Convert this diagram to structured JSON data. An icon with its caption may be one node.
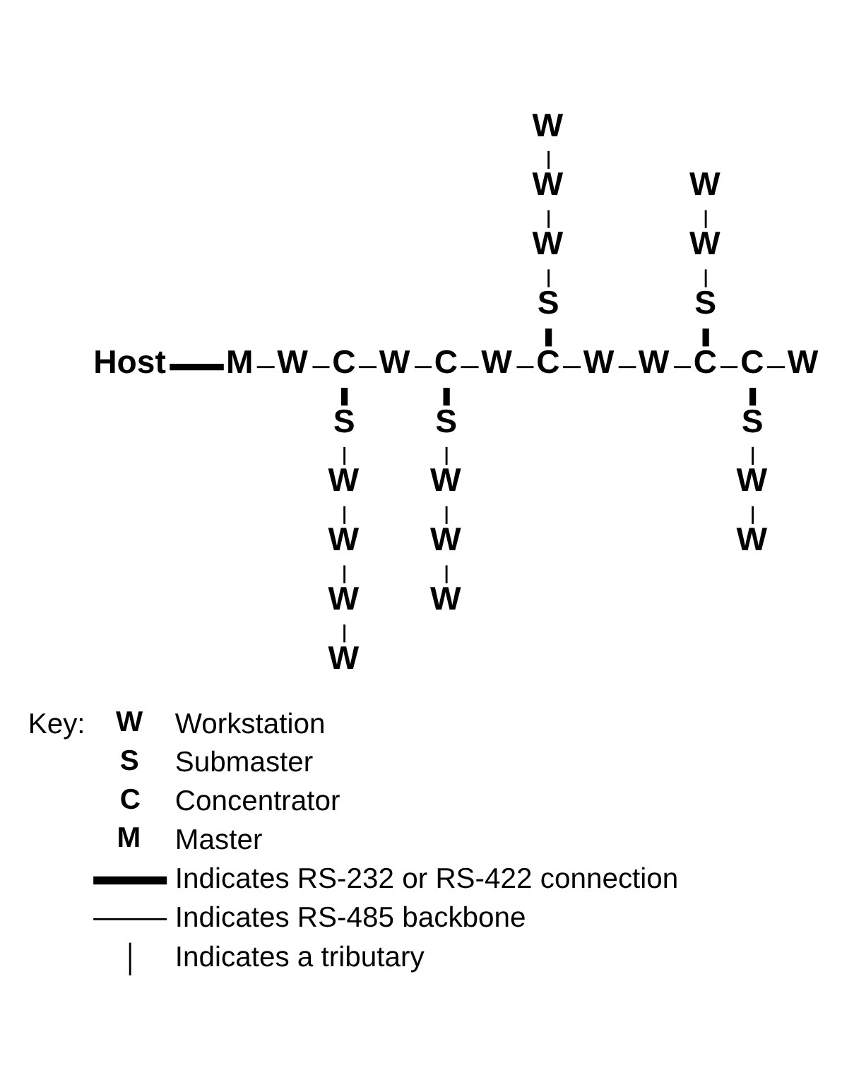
{
  "diagram": {
    "nodes": [
      {
        "text": [
          "Host"
        ]
      },
      {
        "text": [
          "M"
        ]
      },
      {
        "text": [
          "W"
        ]
      },
      {
        "text": [
          "C"
        ]
      },
      {
        "text": [
          "W"
        ]
      },
      {
        "text": [
          "C"
        ]
      },
      {
        "text": [
          "W"
        ]
      },
      {
        "text": [
          "C"
        ]
      },
      {
        "text": [
          "W"
        ]
      },
      {
        "text": [
          "W"
        ]
      },
      {
        "text": [
          "C"
        ]
      },
      {
        "text": [
          "C"
        ]
      },
      {
        "text": [
          "W"
        ]
      },
      {
        "text": [
          "S"
        ]
      },
      {
        "text": [
          "W"
        ]
      },
      {
        "text": [
          "W"
        ]
      },
      {
        "text": [
          "W"
        ]
      },
      {
        "text": [
          "W"
        ]
      },
      {
        "text": [
          "S"
        ]
      },
      {
        "text": [
          "W"
        ]
      },
      {
        "text": [
          "W"
        ]
      },
      {
        "text": [
          "W"
        ]
      },
      {
        "text": [
          "S"
        ]
      },
      {
        "text": [
          "W"
        ]
      },
      {
        "text": [
          "W"
        ]
      },
      {
        "text": [
          "W"
        ]
      },
      {
        "text": [
          "S"
        ]
      },
      {
        "text": [
          "W"
        ]
      },
      {
        "text": [
          "W"
        ]
      },
      {
        "text": [
          "S"
        ]
      },
      {
        "text": [
          "W"
        ]
      },
      {
        "text": [
          "W"
        ]
      }
    ],
    "edges": [
      {
        "from": 0,
        "to": 1,
        "arrow": "none",
        "style": "thick"
      },
      {
        "from": 1,
        "to": 2,
        "arrow": "none"
      },
      {
        "from": 2,
        "to": 3,
        "arrow": "none"
      },
      {
        "from": 3,
        "to": 4,
        "arrow": "none"
      },
      {
        "from": 4,
        "to": 5,
        "arrow": "none"
      },
      {
        "from": 5,
        "to": 6,
        "arrow": "none"
      },
      {
        "from": 6,
        "to": 7,
        "arrow": "none"
      },
      {
        "from": 7,
        "to": 8,
        "arrow": "none"
      },
      {
        "from": 8,
        "to": 9,
        "arrow": "none"
      },
      {
        "from": 9,
        "to": 10,
        "arrow": "none"
      },
      {
        "from": 10,
        "to": 11,
        "arrow": "none"
      },
      {
        "from": 11,
        "to": 12,
        "arrow": "none"
      },
      {
        "from": 3,
        "to": 13,
        "arrow": "none",
        "style": "thick"
      },
      {
        "from": 13,
        "to": 14,
        "arrow": "none"
      },
      {
        "from": 14,
        "to": 15,
        "arrow": "none"
      },
      {
        "from": 15,
        "to": 16,
        "arrow": "none"
      },
      {
        "from": 16,
        "to": 17,
        "arrow": "none"
      },
      {
        "from": 5,
        "to": 18,
        "arrow": "none",
        "style": "thick"
      },
      {
        "from": 18,
        "to": 19,
        "arrow": "none"
      },
      {
        "from": 19,
        "to": 20,
        "arrow": "none"
      },
      {
        "from": 20,
        "to": 21,
        "arrow": "none"
      },
      {
        "from": 25,
        "to": 24,
        "arrow": "none"
      },
      {
        "from": 24,
        "to": 23,
        "arrow": "none"
      },
      {
        "from": 23,
        "to": 22,
        "arrow": "none"
      },
      {
        "from": 22,
        "to": 7,
        "arrow": "none",
        "style": "thick"
      },
      {
        "from": 28,
        "to": 27,
        "arrow": "none"
      },
      {
        "from": 27,
        "to": 26,
        "arrow": "none"
      },
      {
        "from": 26,
        "to": 10,
        "arrow": "none",
        "style": "thick"
      },
      {
        "from": 11,
        "to": 29,
        "arrow": "none",
        "style": "thick"
      },
      {
        "from": 29,
        "to": 30,
        "arrow": "none"
      },
      {
        "from": 30,
        "to": 31,
        "arrow": "none"
      }
    ],
    "labels": [
      "Key:",
      "W",
      "S",
      "C",
      "M"
    ],
    "legend": [
      {
        "text": "Workstation"
      },
      {
        "text": "Submaster"
      },
      {
        "text": "Concentrator"
      },
      {
        "text": "Master"
      },
      {
        "text": "Indicates RS-232 or RS-422 connection"
      },
      {
        "text": "Indicates RS-485 backbone"
      },
      {
        "text": "Indicates a tributary"
      }
    ]
  }
}
